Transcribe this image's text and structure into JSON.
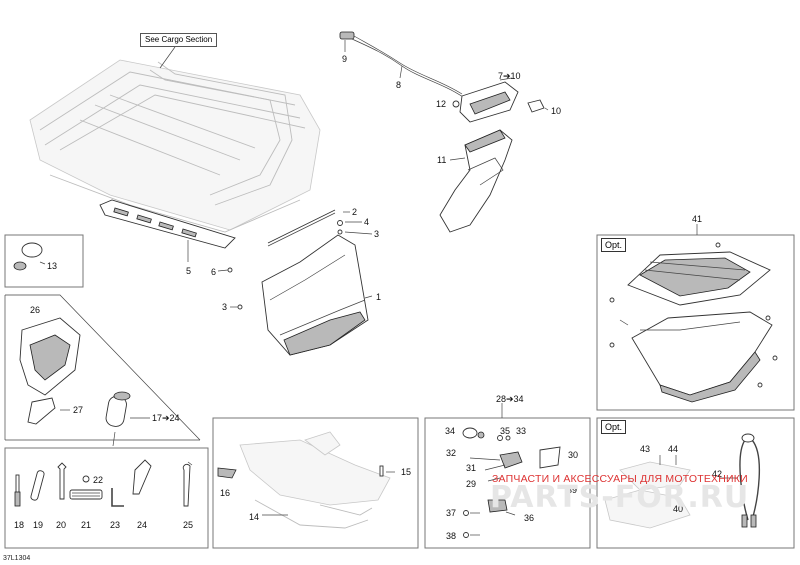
{
  "diagram": {
    "drawing_code": "37L1304",
    "callout_see_cargo": "See Cargo Section",
    "opt_label": "Opt.",
    "watermark_ru": "ЗАПЧАСТИ И АКСЕССУАРЫ ДЛЯ МОТОТЕХНИКИ",
    "watermark_brand": "PARTS-FOR.RU",
    "part_numbers": {
      "p1": "1",
      "p2": "2",
      "p3a": "3",
      "p3b": "3",
      "p4": "4",
      "p5": "5",
      "p6": "6",
      "p7": "7➔10",
      "p8": "8",
      "p9": "9",
      "p10": "10",
      "p11": "11",
      "p12": "12",
      "p13": "13",
      "p14": "14",
      "p15": "15",
      "p16": "16",
      "p17": "17➔24",
      "p18": "18",
      "p19": "19",
      "p20": "20",
      "p21": "21",
      "p22": "22",
      "p23": "23",
      "p24": "24",
      "p25": "25",
      "p26": "26",
      "p27": "27",
      "p28": "28➔34",
      "p29": "29",
      "p30": "30",
      "p31": "31",
      "p32": "32",
      "p33": "33",
      "p34": "34",
      "p35": "35",
      "p36": "36",
      "p37": "37",
      "p38": "38",
      "p39": "39",
      "p40": "40",
      "p41": "41",
      "p42": "42",
      "p43": "43",
      "p44": "44"
    }
  }
}
